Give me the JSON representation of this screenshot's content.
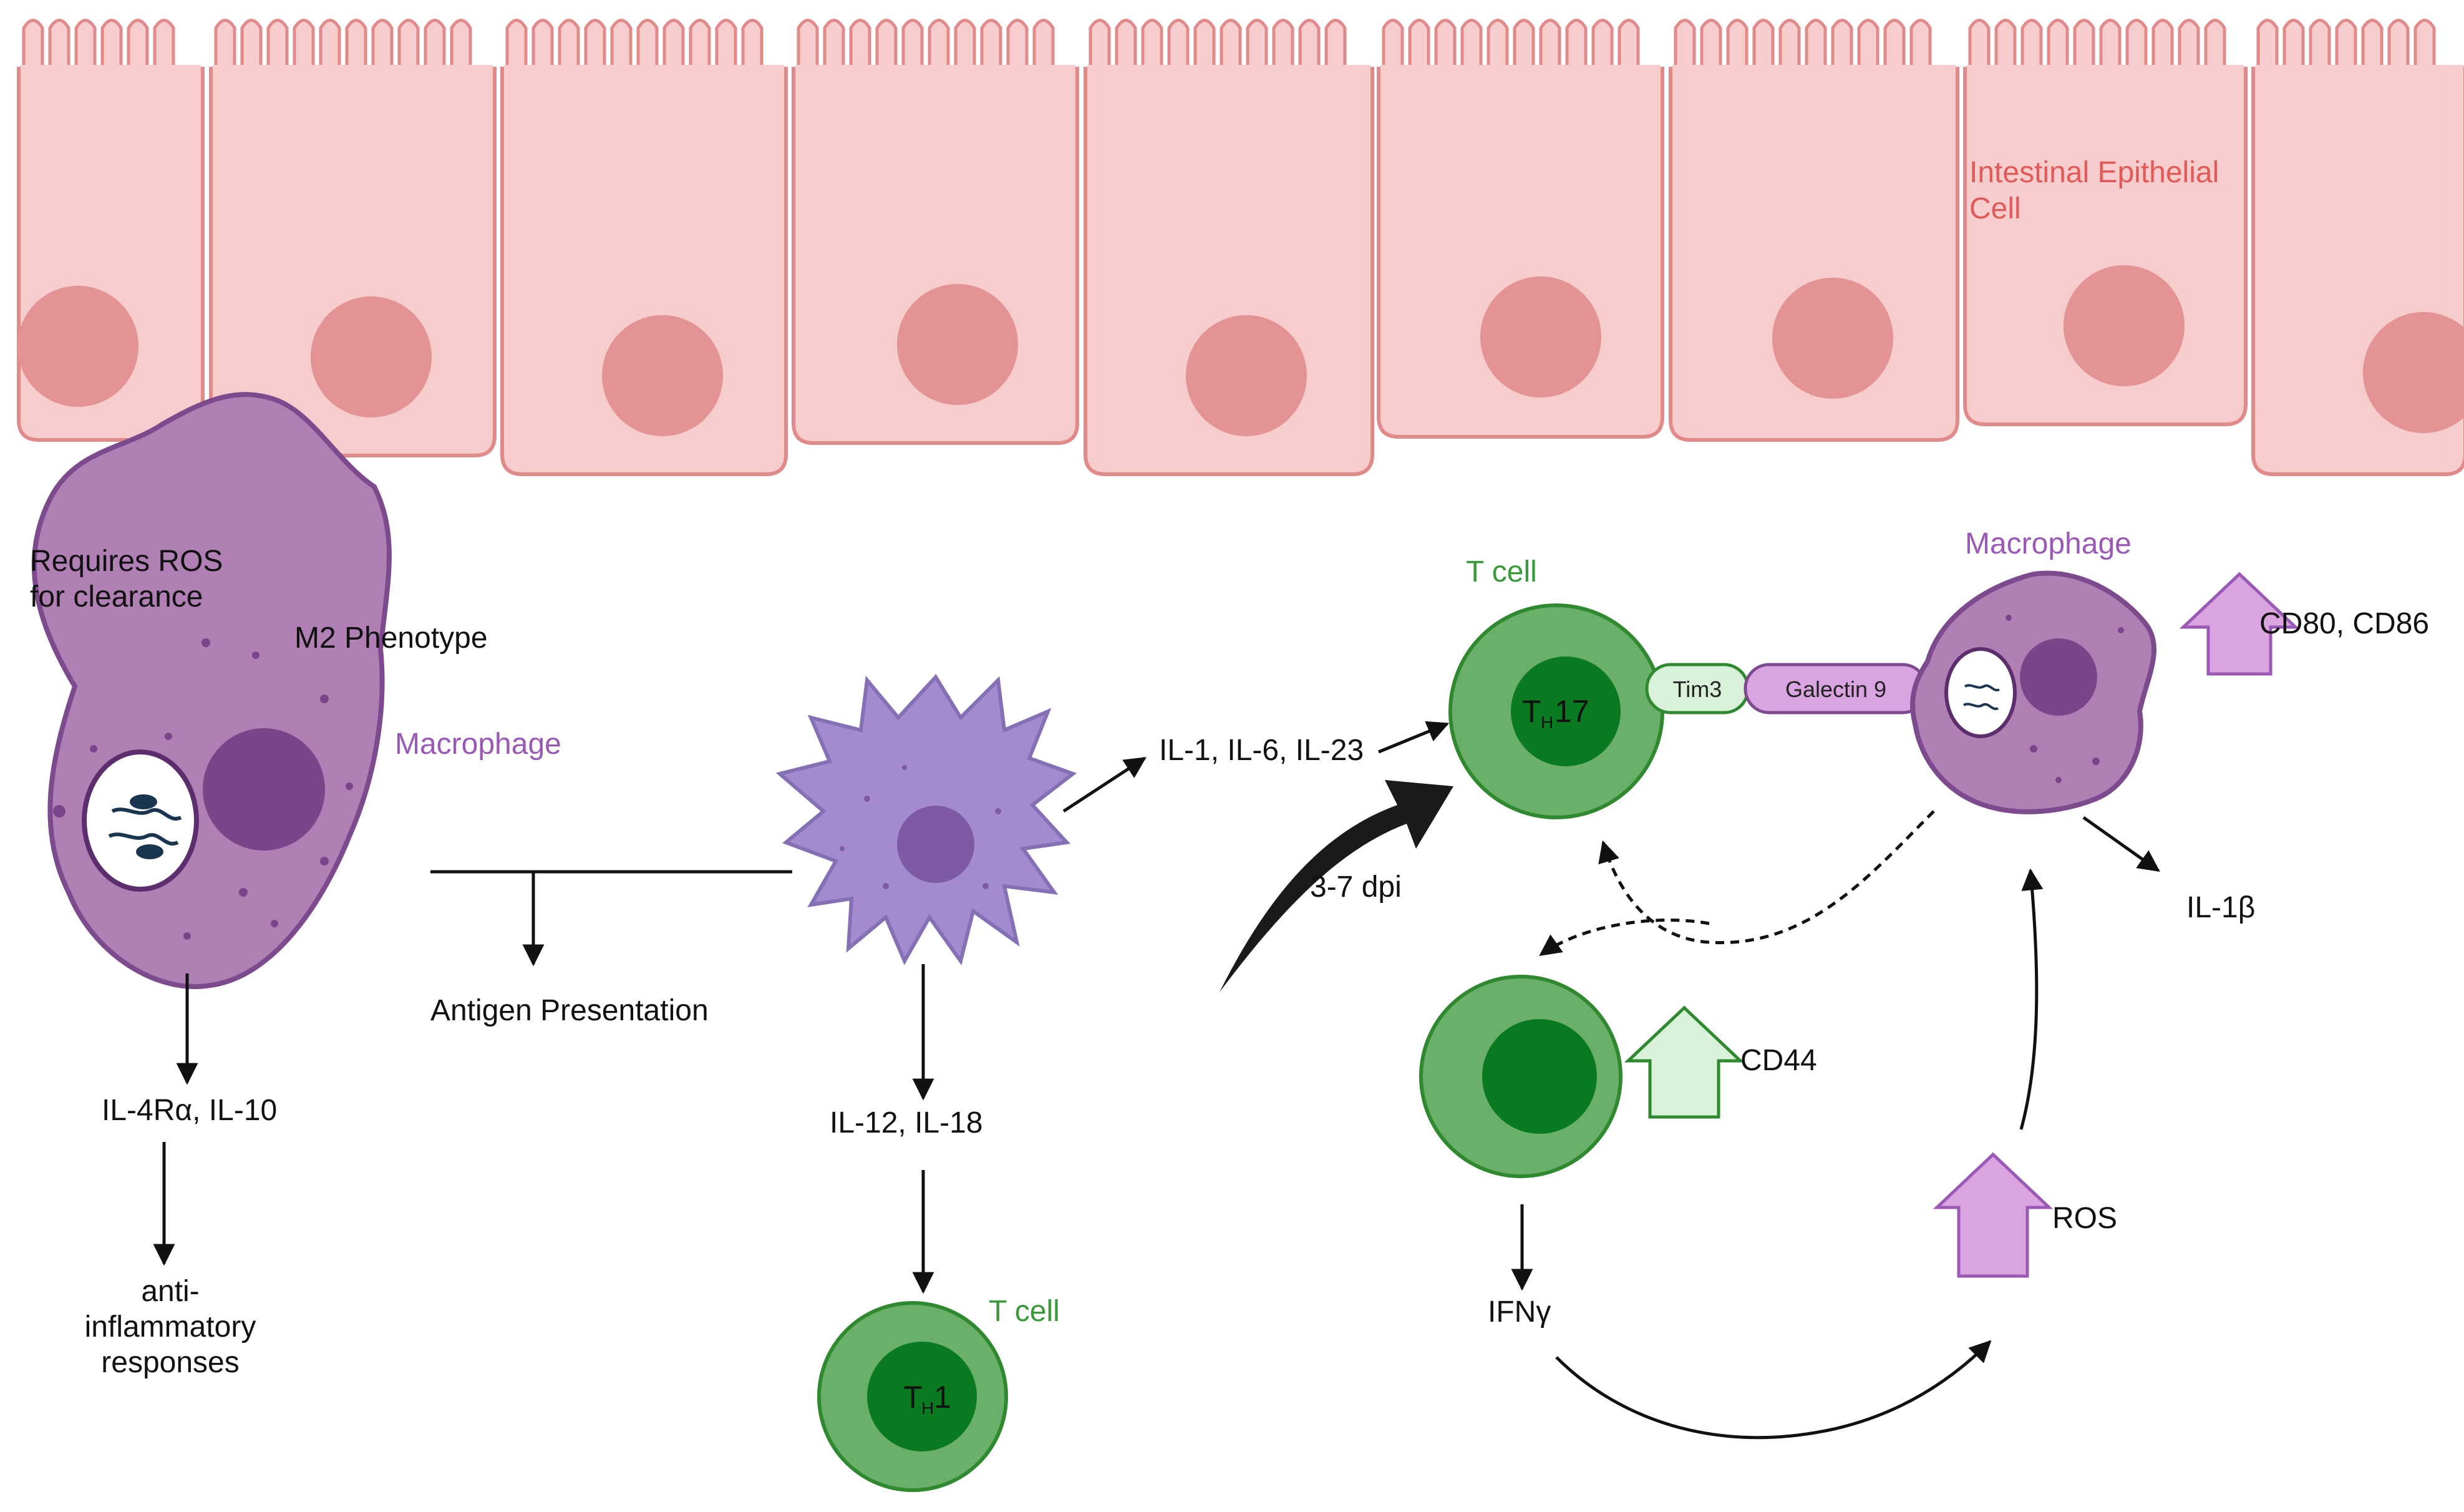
{
  "epithelium": {
    "label_line1": "Intestinal Epithelial",
    "label_line2": "Cell"
  },
  "left": {
    "note_line1": "Requires ROS",
    "note_line2": "for clearance",
    "phenotype": "M2 Phenotype",
    "macrophage": "Macrophage",
    "cytokines": "IL-4Rα, IL-10",
    "outcome_line1": "anti-",
    "outcome_line2": "inflammatory",
    "outcome_line3": "responses"
  },
  "center": {
    "antigen": "Antigen Presentation",
    "il12": "IL-12, IL-18",
    "il1623": "IL-1, IL-6, IL-23",
    "tcell_label": "T cell",
    "th1_main": "T",
    "th1_sub": "H",
    "th1_num": "1"
  },
  "right": {
    "tcell_label": "T cell",
    "th17_main": "T",
    "th17_sub": "H",
    "th17_num": "17",
    "tim3": "Tim3",
    "galectin": "Galectin 9",
    "macrophage": "Macrophage",
    "cd80": "CD80, CD86",
    "il1b": "IL-1β",
    "dpi": "3-7 dpi",
    "cd44": "CD44",
    "ifng": "IFNγ",
    "ros": "ROS"
  },
  "colors": {
    "epi_fill": "#f7cccc",
    "epi_stroke": "#e08a8a",
    "nucleus": "#e39393",
    "macrophage_fill": "#b07fb4",
    "macrophage_stroke": "#7d4a8e",
    "macrophage_nucleus": "#7b4589",
    "dc_fill": "#a48bd0",
    "dc_nucleus": "#7d5aa3",
    "tcell_outer": "#6aaf6a",
    "tcell_inner": "#0a7a20",
    "up_arrow_purple": "#d9a4e0",
    "up_arrow_green": "#d8f1d8"
  }
}
